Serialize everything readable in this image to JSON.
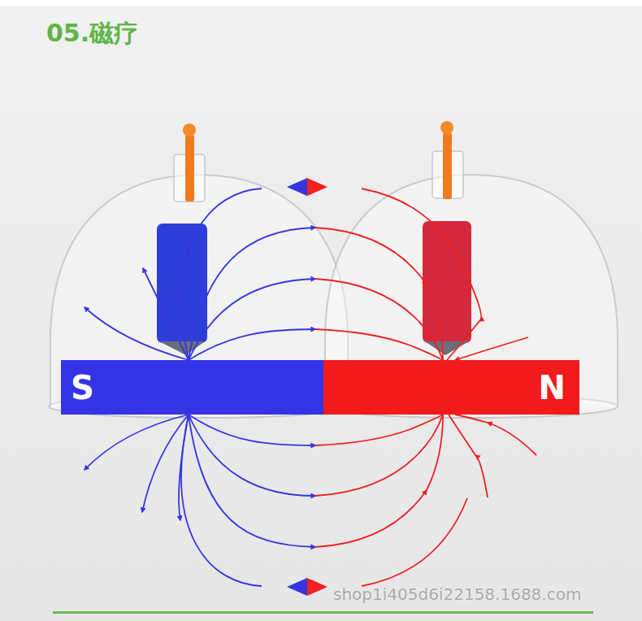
{
  "diagram": {
    "title": "05.磁疗",
    "nodes": [
      {
        "text": [
          "S"
        ]
      },
      {
        "text": [
          "N"
        ]
      }
    ],
    "labels": [
      "shop1i405d6i22158.1688.com"
    ]
  }
}
